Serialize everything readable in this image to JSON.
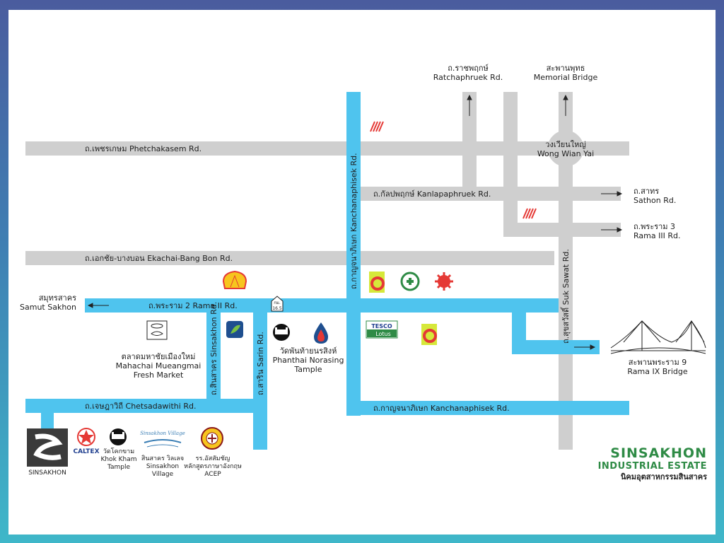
{
  "colors": {
    "frame_gradient_top": "#4a5c9e",
    "frame_gradient_bottom": "#3fb7c9",
    "grey_road": "#cfcfcf",
    "blue_road": "#4fc4ee",
    "brand_green": "#2f8b46"
  },
  "roads": {
    "phetchakasem": "ถ.เพชรเกษม Phetchakasem Rd.",
    "ekachai": "ถ.เอกชัย-บางบอน Ekachai-Bang Bon Rd.",
    "rama2": "ถ.พระราม 2 Rama II Rd.",
    "chetsadawithi": "ถ.เจษฎาวิถี Chetsadawithi Rd.",
    "kanchanaphisek_horizontal": "ถ.กาญจนาภิเษก Kanchanaphisek Rd.",
    "kanchanaphisek_vertical": "ถ.กาญจนาภิเษก Kanchanaphisek Rd.",
    "kanlapaphruek": "ถ.กัลปพฤกษ์ Kanlapaphruek Rd.",
    "suk_sawat": "ถ.สุขสวัสดิ์ Suk Sawat Rd.",
    "sinsakhon": "ถ.สินสาคร Sinsakhon Rd.",
    "sarin": "ถ.สาริน Sarin Rd.",
    "ratchaphruek_th": "ถ.ราชพฤกษ์",
    "ratchaphruek_en": "Ratchaphruek Rd.",
    "memorial_th": "สะพานพุทธ",
    "memorial_en": "Memorial Bridge",
    "wongwian_th": "วงเวียนใหญ่",
    "wongwian_en": "Wong Wian Yai",
    "sathon_th": "ถ.สาทร",
    "sathon_en": "Sathon Rd.",
    "rama3_th": "ถ.พระราม 3",
    "rama3_en": "Rama III Rd.",
    "samut_th": "สมุทรสาคร",
    "samut_en": "Samut Sakhon",
    "rama9_th": "สะพานพระราม 9",
    "rama9_en": "Rama IX Bridge",
    "km_marker_top": "กม.",
    "km_marker_value": "16.5"
  },
  "places": {
    "market_th": "ตลาดมหาชัยเมืองใหม่",
    "market_en1": "Mahachai Mueangmai",
    "market_en2": "Fresh Market",
    "temple_th": "วัดพันท้ายนรสิงห์",
    "temple_en1": "Phanthai Norasing",
    "temple_en2": "Tample",
    "tesco_top": "TESCO",
    "tesco_bottom": "Lotus"
  },
  "legend": {
    "caltex": "CALTEX",
    "khokkham_th": "วัดโคกขาม",
    "khokkham_en1": "Khok Kham",
    "khokkham_en2": "Tample",
    "village_logo": "Sinsakhon Village",
    "village_th": "สินสาคร วิลเลจ",
    "village_en1": "Sinsakhon",
    "village_en2": "Village",
    "school_th1": "รร.อัสสัมชัญ",
    "school_th2": "หลักสูตรภาษาอังกฤษ",
    "school_en": "ACEP",
    "logo_label": "SINSAKHON"
  },
  "brand": {
    "line1": "SINSAKHON",
    "line2": "INDUSTRIAL ESTATE",
    "line3": "นิคมอุตสาหกรรมสินสาคร"
  }
}
